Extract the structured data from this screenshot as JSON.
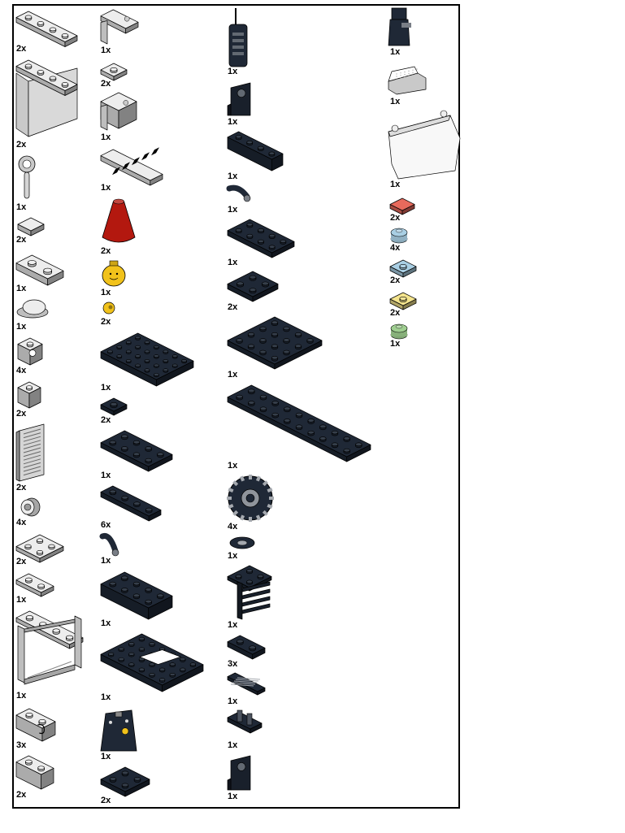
{
  "title": "Parts list",
  "colors": {
    "white": "#ededed",
    "black": "#1f2836",
    "red": "#b3180f",
    "yellow": "#f1c21b",
    "trans_red": "#e86a5c",
    "trans_blue": "#a9cfe4",
    "trans_yellow": "#f4e48d",
    "trans_green": "#9fcf90",
    "trans_clear": "#f4f4f4"
  },
  "parts": [
    {
      "id": "plate-1x4",
      "color": "white",
      "qty": "2x"
    },
    {
      "id": "panel-1x4x3",
      "color": "white",
      "qty": "2x"
    },
    {
      "id": "magnifying-glass",
      "color": "white",
      "qty": "1x"
    },
    {
      "id": "tile-1x1",
      "color": "white",
      "qty": "2x"
    },
    {
      "id": "plate-1x2-door-rail",
      "color": "white",
      "qty": "1x"
    },
    {
      "id": "hat-cap",
      "color": "white",
      "qty": "1x"
    },
    {
      "id": "brick-1x1-headlight",
      "color": "white",
      "qty": "4x"
    },
    {
      "id": "brick-1x1",
      "color": "white",
      "qty": "2x"
    },
    {
      "id": "door-shutter",
      "color": "white",
      "qty": "2x"
    },
    {
      "id": "wheel-hub",
      "color": "white",
      "qty": "4x"
    },
    {
      "id": "plate-2x2-corner",
      "color": "white",
      "qty": "2x"
    },
    {
      "id": "plate-1x2",
      "color": "white",
      "qty": "1x"
    },
    {
      "id": "window-1x4x3",
      "color": "white",
      "qty": "1x"
    },
    {
      "id": "brick-1x2-clip",
      "color": "white",
      "qty": "3x"
    },
    {
      "id": "brick-1x2",
      "color": "white",
      "qty": "2x"
    },
    {
      "id": "plate-1x2-handle",
      "color": "white",
      "qty": "1x"
    },
    {
      "id": "plate-1x1-round",
      "color": "white",
      "qty": "2x"
    },
    {
      "id": "door-1x1-hinge",
      "color": "white",
      "qty": "1x"
    },
    {
      "id": "tile-1x4-striped",
      "color": "white",
      "qty": "1x"
    },
    {
      "id": "cone-2x2x2",
      "color": "red",
      "qty": "2x"
    },
    {
      "id": "minifig-head",
      "color": "yellow",
      "qty": "1x"
    },
    {
      "id": "minifig-hands",
      "color": "yellow",
      "qty": "2x"
    },
    {
      "id": "plate-4x6-wheelarch",
      "color": "black",
      "qty": "1x"
    },
    {
      "id": "plate-1x1-b",
      "color": "black",
      "qty": "2x"
    },
    {
      "id": "plate-2x4",
      "color": "black",
      "qty": "1x"
    },
    {
      "id": "plate-1x4-b",
      "color": "black",
      "qty": "6x"
    },
    {
      "id": "minifig-arm",
      "color": "black",
      "qty": "1x"
    },
    {
      "id": "mudguard-2x4",
      "color": "black",
      "qty": "1x"
    },
    {
      "id": "plate-4x6-hole",
      "color": "black",
      "qty": "1x"
    },
    {
      "id": "torso-police",
      "color": "black",
      "qty": "1x"
    },
    {
      "id": "plate-2x2",
      "color": "black",
      "qty": "2x"
    },
    {
      "id": "walkie-talkie",
      "color": "black",
      "qty": "1x"
    },
    {
      "id": "seat-2x2",
      "color": "black",
      "qty": "1x"
    },
    {
      "id": "plate-1x4-wheel-holders",
      "color": "black",
      "qty": "1x"
    },
    {
      "id": "arm-piece",
      "color": "black",
      "qty": "1x"
    },
    {
      "id": "plate-2x4-clips",
      "color": "black",
      "qty": "1x"
    },
    {
      "id": "plate-2x2-pin",
      "color": "black",
      "qty": "2x"
    },
    {
      "id": "plate-4x4",
      "color": "black",
      "qty": "1x"
    },
    {
      "id": "plate-2x10",
      "color": "black",
      "qty": "1x"
    },
    {
      "id": "tire-wheel",
      "color": "black",
      "qty": "4x"
    },
    {
      "id": "wheel-small",
      "color": "black",
      "qty": "1x"
    },
    {
      "id": "shelf-stand",
      "color": "black",
      "qty": "1x"
    },
    {
      "id": "plate-1x2-b",
      "color": "black",
      "qty": "3x"
    },
    {
      "id": "tile-grille",
      "color": "black",
      "qty": "1x"
    },
    {
      "id": "steering-bracket",
      "color": "black",
      "qty": "1x"
    },
    {
      "id": "slope-arch",
      "color": "black",
      "qty": "1x"
    },
    {
      "id": "minifig-legs",
      "color": "black",
      "qty": "1x"
    },
    {
      "id": "seat-low",
      "color": "white",
      "qty": "1x"
    },
    {
      "id": "windscreen",
      "color": "trans_clear",
      "qty": "1x"
    },
    {
      "id": "tile-2x2-light",
      "color": "trans_red",
      "qty": "2x"
    },
    {
      "id": "round-1x1-light",
      "color": "trans_blue",
      "qty": "4x"
    },
    {
      "id": "plate-1x1-light-blue",
      "color": "trans_blue",
      "qty": "2x"
    },
    {
      "id": "plate-1x1-light-yellow",
      "color": "trans_yellow",
      "qty": "2x"
    },
    {
      "id": "round-1x1-light-green",
      "color": "trans_green",
      "qty": "1x"
    }
  ]
}
